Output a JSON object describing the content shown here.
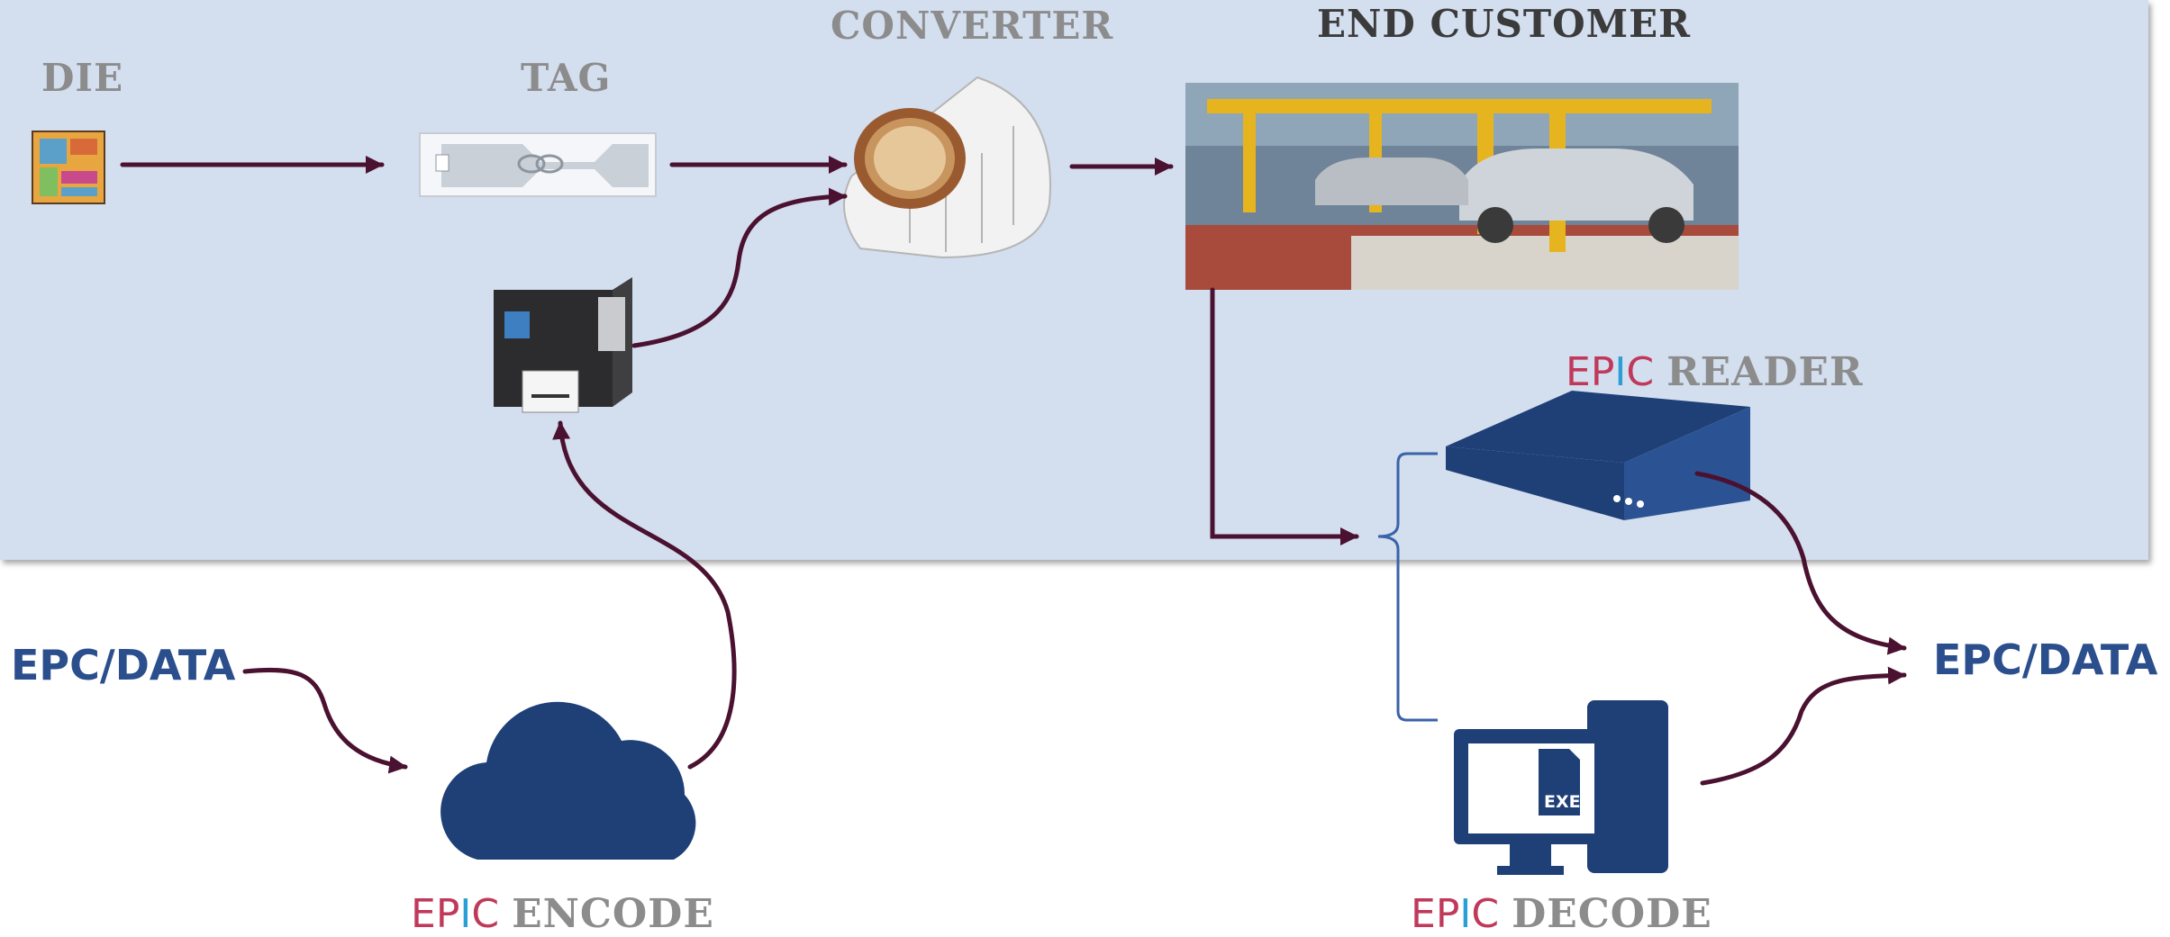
{
  "stages": {
    "die": "DIE",
    "tag": "TAG",
    "converter": "CONVERTER",
    "end_customer": "END CUSTOMER"
  },
  "epic": {
    "e": "E",
    "p": "P",
    "i": "I",
    "c": "C"
  },
  "reader_word": "READER",
  "encode_word": "ENCODE",
  "decode_word": "DECODE",
  "epc_input": "EPC/DATA",
  "epc_output": "EPC/DATA",
  "exe_label": "EXE",
  "colors": {
    "panel": "#d3deee",
    "arrow": "#4a1130",
    "navy": "#1f3f77",
    "epic_red": "#c0395a",
    "epic_blue": "#2a9fd6",
    "stage_grey": "#8c8c8c"
  }
}
